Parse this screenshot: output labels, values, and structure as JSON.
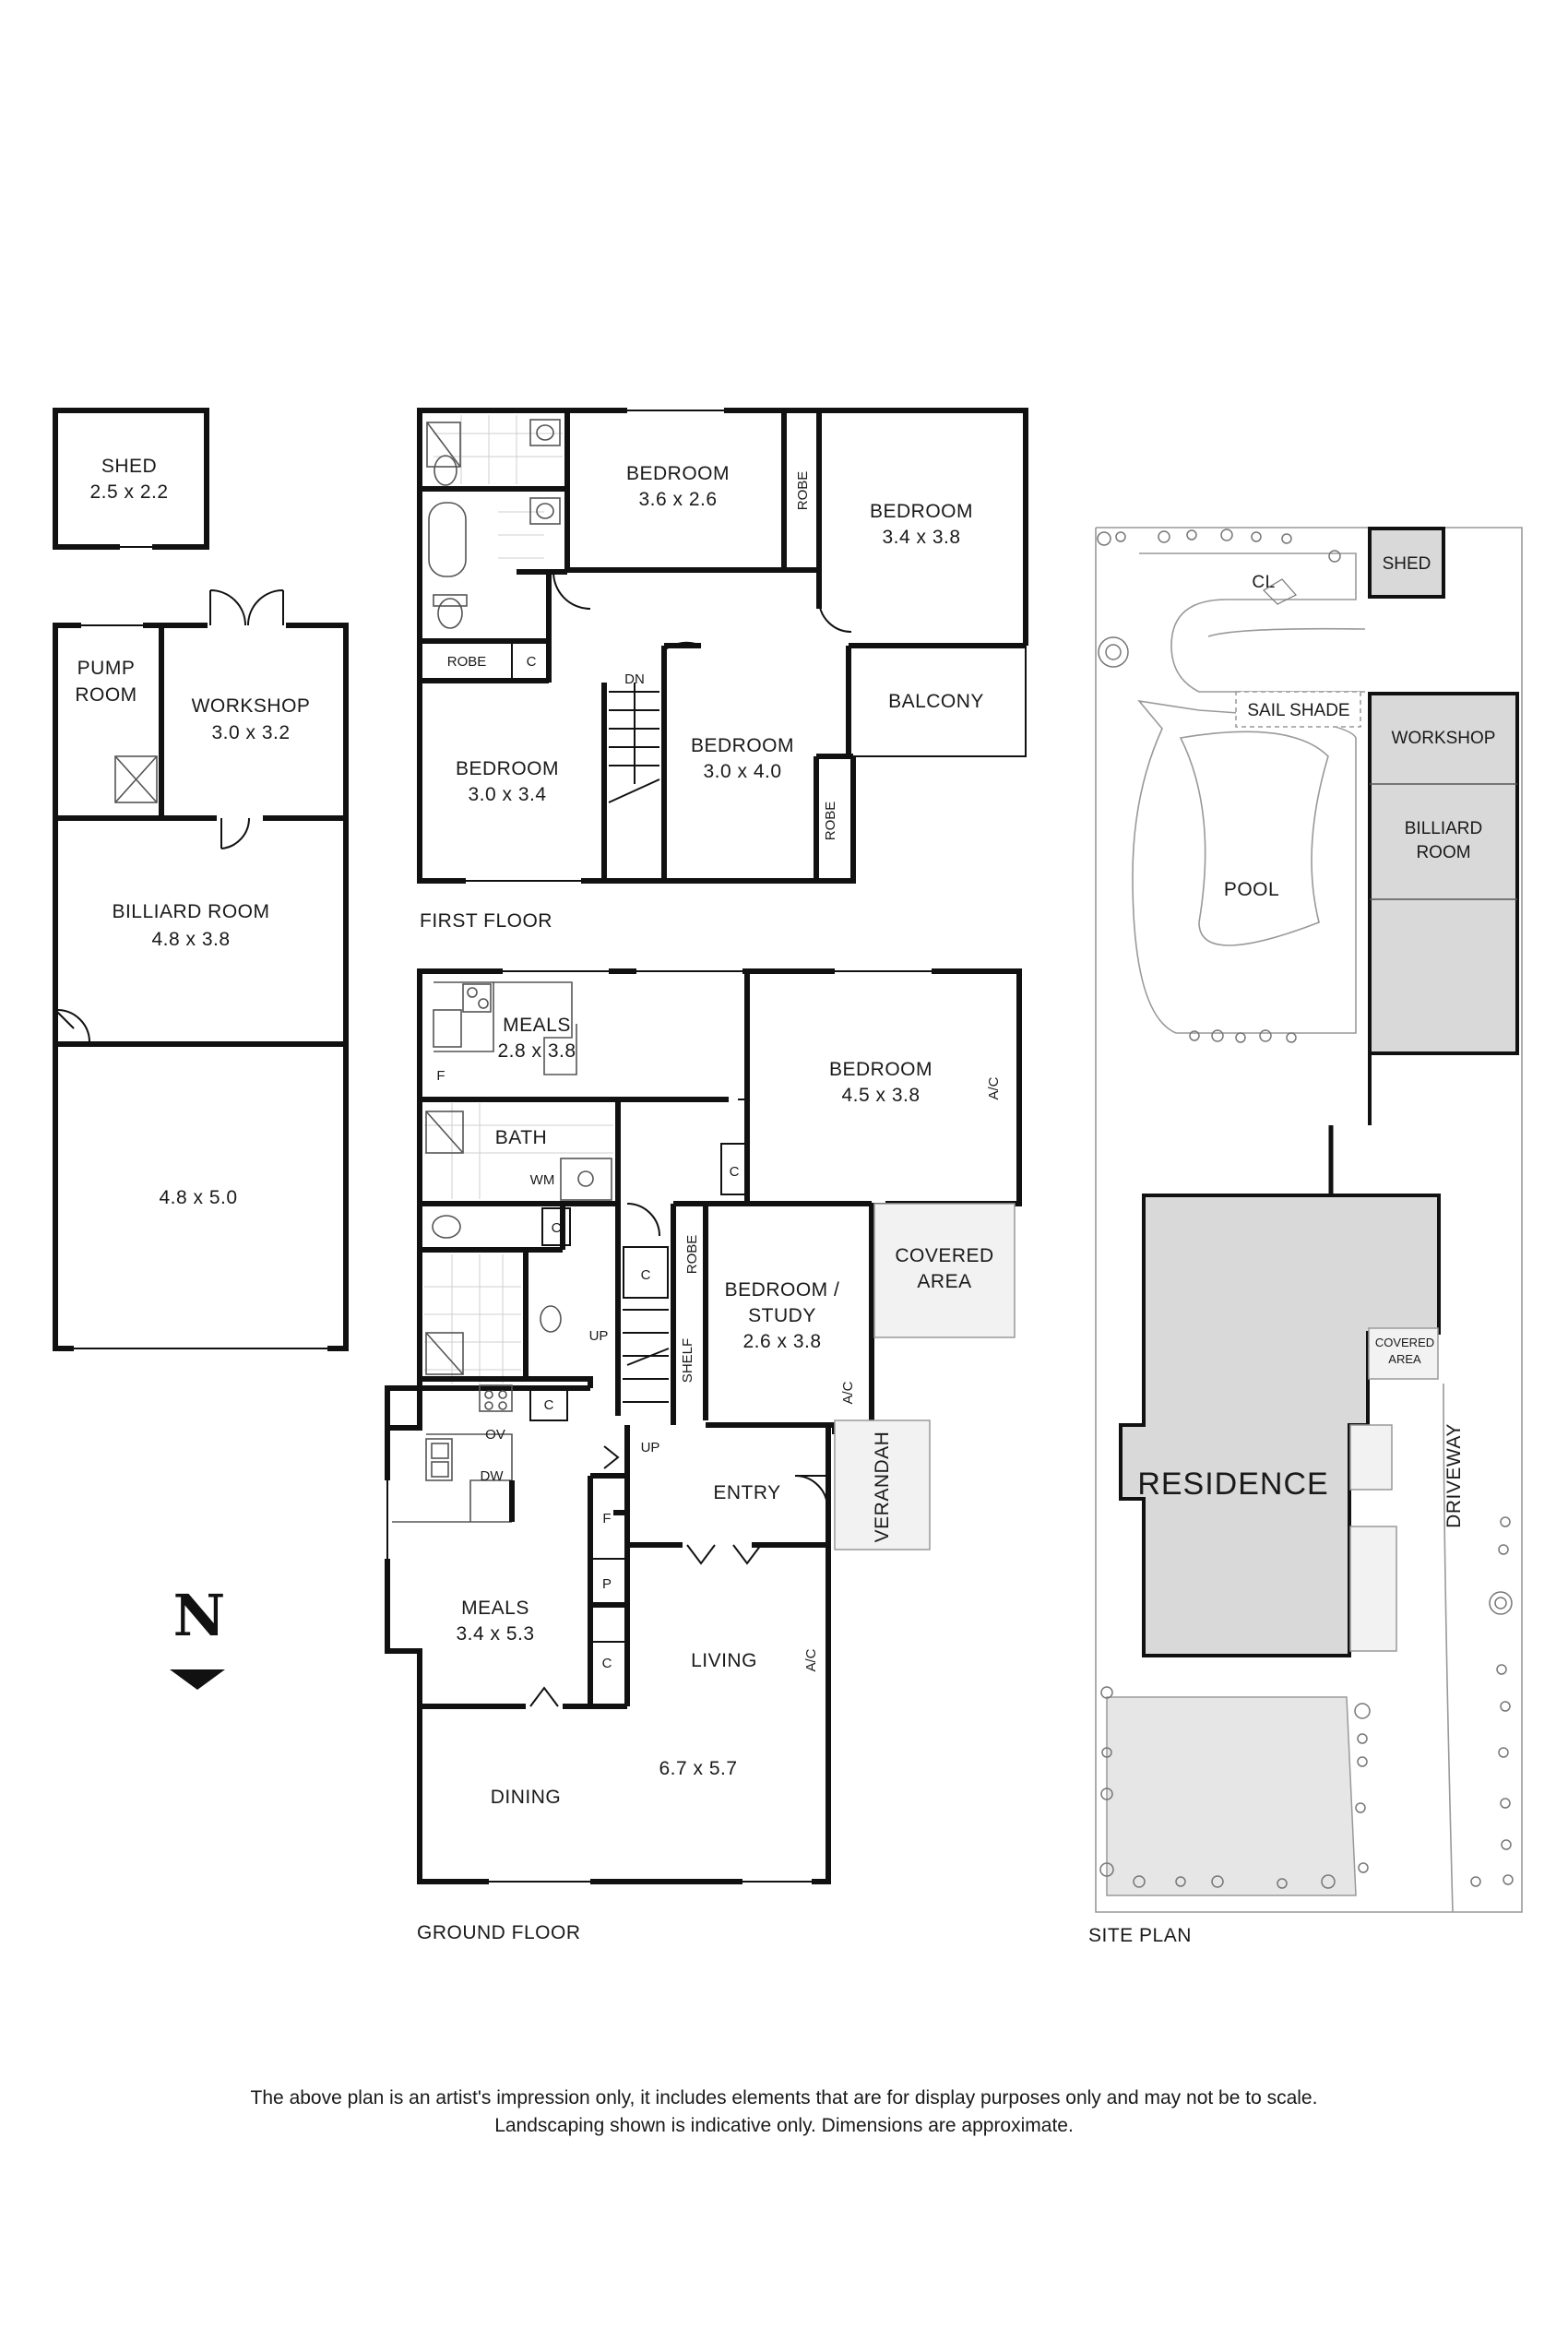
{
  "outbuildings": {
    "shed": {
      "name": "SHED",
      "dims": "2.5 x 2.2"
    },
    "pump_room": {
      "line1": "PUMP",
      "line2": "ROOM"
    },
    "workshop": {
      "name": "WORKSHOP",
      "dims": "3.0 x 3.2"
    },
    "billiard_room": {
      "name": "BILLIARD ROOM",
      "dims": "4.8 x 3.8"
    },
    "garage": {
      "dims": "4.8 x 5.0"
    }
  },
  "first_floor": {
    "caption": "FIRST FLOOR",
    "bedroom_nw": {
      "name": "BEDROOM",
      "dims": "3.6 x 2.6"
    },
    "bedroom_ne": {
      "name": "BEDROOM",
      "dims": "3.4 x 3.8"
    },
    "bedroom_sw": {
      "name": "BEDROOM",
      "dims": "3.0 x 3.4"
    },
    "bedroom_s": {
      "name": "BEDROOM",
      "dims": "3.0 x 4.0"
    },
    "balcony": "BALCONY",
    "robe": "ROBE",
    "c": "C",
    "dn": "DN"
  },
  "ground_floor": {
    "caption": "GROUND FLOOR",
    "meals_north": {
      "name": "MEALS",
      "dims": "2.8 x 3.8"
    },
    "bedroom": {
      "name": "BEDROOM",
      "dims": "4.5 x 3.8"
    },
    "bath": "BATH",
    "wm": "WM",
    "f": "F",
    "c": "C",
    "p": "P",
    "ac": "A/C",
    "up": "UP",
    "robe": "ROBE",
    "shelf": "SHELF",
    "bedroom_study": {
      "line1": "BEDROOM /",
      "line2": "STUDY",
      "dims": "2.6 x 3.8"
    },
    "covered_area": {
      "line1": "COVERED",
      "line2": "AREA"
    },
    "verandah": "VERANDAH",
    "entry": "ENTRY",
    "ov": "OV",
    "dw": "DW",
    "meals_south": {
      "name": "MEALS",
      "dims": "3.4 x 5.3"
    },
    "living": "LIVING",
    "living_dims": "6.7 x 5.7",
    "dining": "DINING"
  },
  "site_plan": {
    "caption": "SITE PLAN",
    "shed": "SHED",
    "cl": "CL",
    "sail_shade": "SAIL SHADE",
    "workshop": "WORKSHOP",
    "billiard_line1": "BILLIARD",
    "billiard_line2": "ROOM",
    "pool": "POOL",
    "covered_line1": "COVERED",
    "covered_line2": "AREA",
    "residence": "RESIDENCE",
    "driveway": "DRIVEWAY"
  },
  "compass": "N",
  "disclaimer": {
    "line1": "The above plan is an artist's impression only, it includes elements that are for display purposes only and may not be to scale.",
    "line2": "Landscaping shown is indicative only. Dimensions are approximate."
  },
  "colors": {
    "wall": "#111111",
    "building_fill": "#d9d9d9",
    "paving_fill": "#e6e6e6",
    "site_line": "#999999"
  }
}
